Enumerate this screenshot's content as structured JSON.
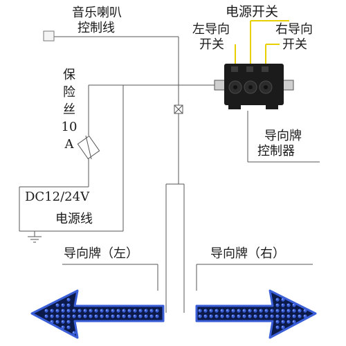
{
  "labels": {
    "music_speaker_wire": [
      "音乐喇叭",
      "控制线"
    ],
    "power_switch": "电源开关",
    "left_switch": [
      "左导向",
      "开关"
    ],
    "right_switch": [
      "右导向",
      "开关"
    ],
    "fuse": [
      "保",
      "险",
      "丝",
      "10",
      "A"
    ],
    "controller": [
      "导向牌",
      "控制器"
    ],
    "voltage": "DC12/24V",
    "power_wire": "电源线",
    "sign_left": "导向牌（左）",
    "sign_right": "导向牌（右）"
  },
  "colors": {
    "wire": "#555555",
    "highlight_wire": "#e8d000",
    "controller_body": "#1b1b1b",
    "led_blue": "#3a5fd8",
    "led_dark": "#0c1a4a",
    "text": "#1a1a1a"
  },
  "icons": {
    "fuse": "fuse-icon",
    "ground": "ground-icon",
    "connector": "connector-icon",
    "switch_knob": "knob-icon"
  }
}
